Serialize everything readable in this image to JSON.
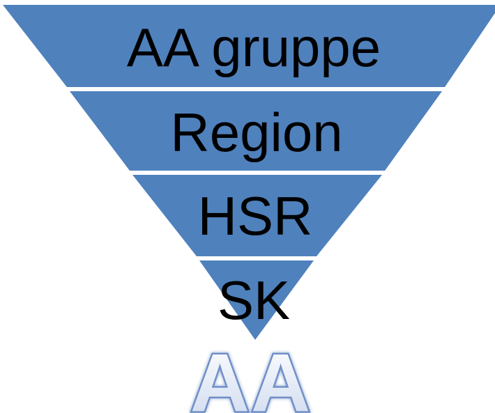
{
  "diagram": {
    "tiers": [
      {
        "label": "AA gruppe"
      },
      {
        "label": "Region"
      },
      {
        "label": "HSR"
      },
      {
        "label": "SK"
      }
    ],
    "fill_color": "#4f81bd",
    "separator_color": "#ffffff",
    "text_color": "#000000"
  },
  "logo": {
    "text": "AA",
    "fill_color": "#e8eef8",
    "outline_color": "#6f8fc6"
  }
}
